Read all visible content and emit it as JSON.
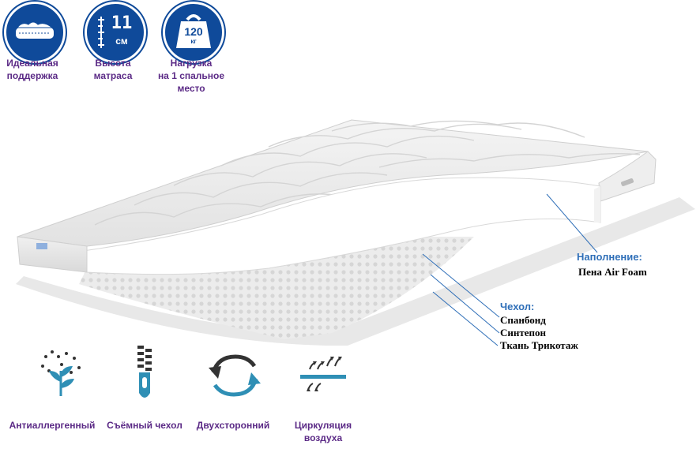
{
  "features_top": [
    {
      "label_line1": "Идеальная",
      "label_line2": "поддержка",
      "label_line3": "",
      "icon": "mattress-support-icon"
    },
    {
      "label_line1": "Высота",
      "label_line2": "матраса",
      "label_line3": "",
      "icon": "height-icon",
      "value": "11",
      "unit": "см"
    },
    {
      "label_line1": "Нагрузка",
      "label_line2": "на 1 спальное",
      "label_line3": "место",
      "icon": "weight-icon",
      "value": "120",
      "unit": "кг"
    }
  ],
  "filling": {
    "heading": "Наполнение:",
    "text": "Пена Air Foam"
  },
  "cover": {
    "heading": "Чехол:",
    "items": [
      "Спанбонд",
      "Синтепон",
      "Ткань Трикотаж"
    ]
  },
  "features_bottom": [
    {
      "label_line1": "Антиаллергенный",
      "label_line2": "",
      "icon": "tree-icon"
    },
    {
      "label_line1": "Съёмный чехол",
      "label_line2": "",
      "icon": "zipper-icon"
    },
    {
      "label_line1": "Двухсторонний",
      "label_line2": "",
      "icon": "rotate-arrows-icon"
    },
    {
      "label_line1": "Циркуляция",
      "label_line2": "воздуха",
      "icon": "air-circulation-icon"
    }
  ],
  "colors": {
    "badge_blue": "#0f4a9a",
    "label_purple": "#5b2a86",
    "callout_blue": "#2f6fb8",
    "icon_teal": "#2f8fb5"
  }
}
